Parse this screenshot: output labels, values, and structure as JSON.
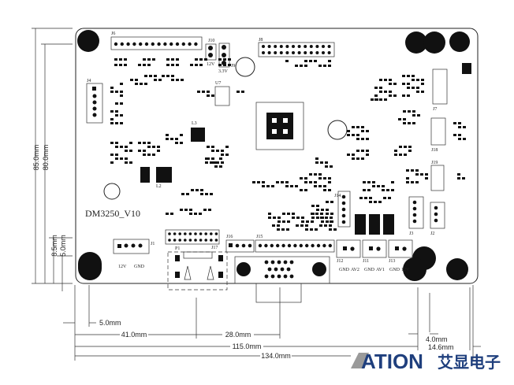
{
  "board": {
    "model": "DM3250_V10",
    "connectors": {
      "j6": "J6",
      "j10": "J10",
      "j9": "J9",
      "j8": "J8",
      "j4": "J4",
      "j1": "J1",
      "j17": "J17",
      "j16": "J16",
      "j15": "J15",
      "p1": "P1",
      "j14": "J14",
      "j3": "J3",
      "j2": "J2",
      "j7": "J7",
      "j18": "J18",
      "j19": "J19",
      "j12": "J12",
      "j11": "J11",
      "j13": "J13",
      "u7": "U7",
      "l3": "L3",
      "l2": "L2"
    },
    "pin_labels": {
      "j10": "12V",
      "j9": "3.3V",
      "j1_a": "12V",
      "j1_b": "GND",
      "j12_a": "GND",
      "j12_b": "AV2",
      "j11_a": "GND",
      "j11_b": "AV1",
      "j13_a": "GND",
      "j13_b": "12V"
    }
  },
  "dimensions": {
    "h85": "85.0mm",
    "h80": "80.0mm",
    "h8_5": "8.5mm",
    "h5": "5.0mm",
    "w5": "5.0mm",
    "w41": "41.0mm",
    "w28": "28.0mm",
    "w115": "115.0mm",
    "w134": "134.0mm",
    "w4": "4.0mm",
    "w14_6": "14.6mm"
  },
  "logo": {
    "text": "ATION",
    "text_cn": "艾显电子",
    "color": "#1f3f7d"
  }
}
